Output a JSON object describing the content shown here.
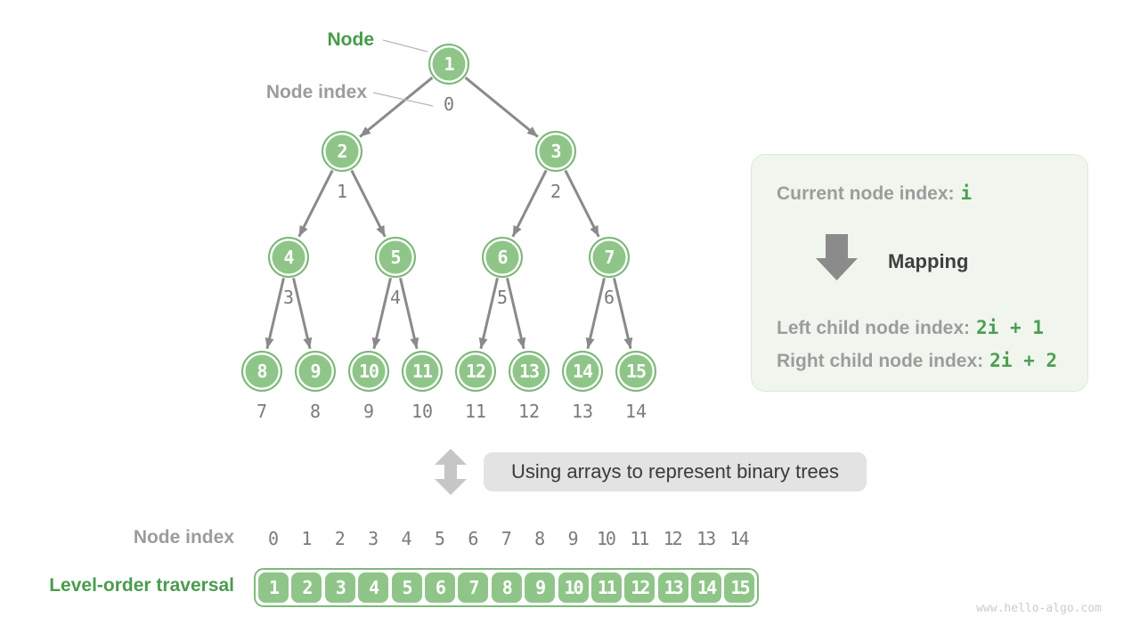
{
  "labels": {
    "node": "Node",
    "node_index": "Node index"
  },
  "tree": {
    "values": [
      1,
      2,
      3,
      4,
      5,
      6,
      7,
      8,
      9,
      10,
      11,
      12,
      13,
      14,
      15
    ],
    "indices": [
      0,
      1,
      2,
      3,
      4,
      5,
      6,
      7,
      8,
      9,
      10,
      11,
      12,
      13,
      14
    ]
  },
  "panel": {
    "current_prefix": "Current node index:",
    "current_value": "i",
    "mapping": "Mapping",
    "left_prefix": "Left child node index:",
    "left_value": "2i + 1",
    "right_prefix": "Right child node index:",
    "right_value": "2i + 2"
  },
  "caption": "Using arrays to represent binary trees",
  "array": {
    "index_label": "Node index",
    "traversal_label": "Level-order traversal",
    "indices": [
      0,
      1,
      2,
      3,
      4,
      5,
      6,
      7,
      8,
      9,
      10,
      11,
      12,
      13,
      14
    ],
    "values": [
      1,
      2,
      3,
      4,
      5,
      6,
      7,
      8,
      9,
      10,
      11,
      12,
      13,
      14,
      15
    ]
  },
  "watermark": "www.hello-algo.com",
  "colors": {
    "node_fill": "#8FC589",
    "node_ring": "#7CB77A",
    "edge": "#8A8A8A",
    "text_green": "#4A9C4E",
    "text_gray": "#9C9C9C",
    "panel_bg": "#F0F6EE",
    "caption_bg": "#E3E3E3"
  }
}
